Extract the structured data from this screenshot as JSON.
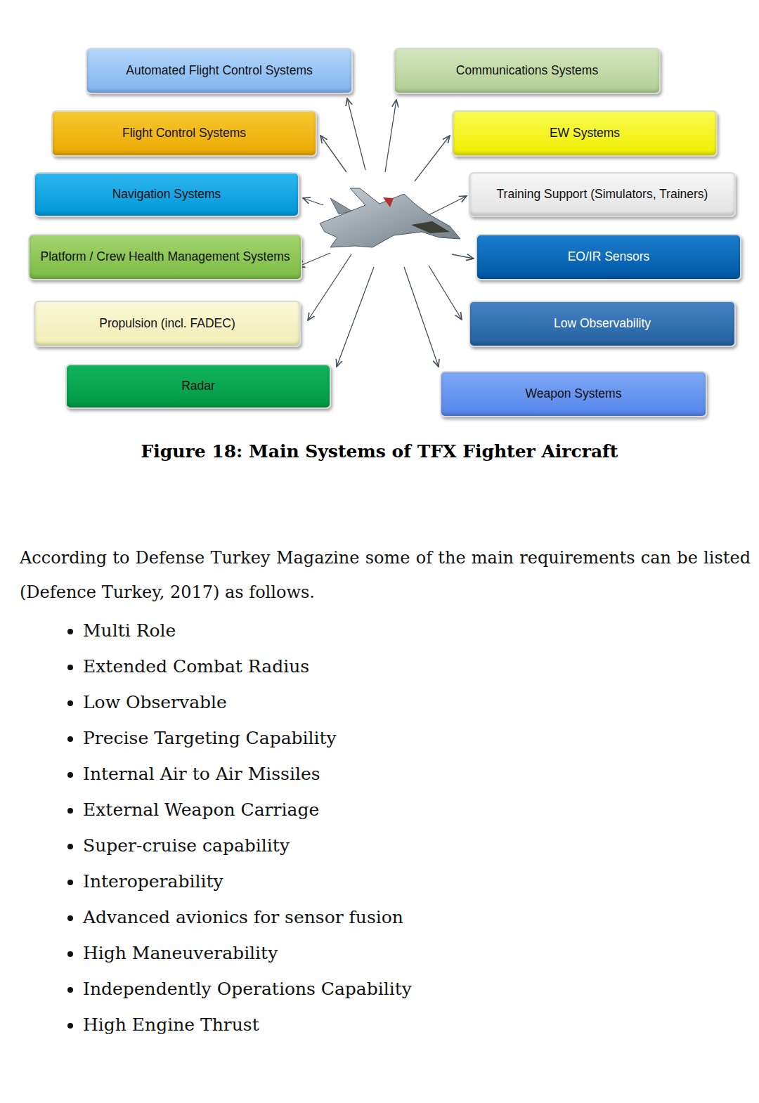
{
  "diagram": {
    "caption": "Figure 18: Main Systems of TFX Fighter Aircraft",
    "nodes": [
      {
        "text": [
          "Automated Flight Control Systems"
        ]
      },
      {
        "text": [
          "Communications Systems"
        ]
      },
      {
        "text": [
          "Flight Control Systems"
        ]
      },
      {
        "text": [
          "EW Systems"
        ]
      },
      {
        "text": [
          "Navigation Systems"
        ]
      },
      {
        "text": [
          "Training Support (Simulators, Trainers)"
        ]
      },
      {
        "text": [
          "Platform / Crew Health Management Systems"
        ]
      },
      {
        "text": [
          "EO/IR Sensors"
        ]
      },
      {
        "text": [
          "Propulsion (incl. FADEC)"
        ]
      },
      {
        "text": [
          "Low Observability"
        ]
      },
      {
        "text": [
          "Radar"
        ]
      },
      {
        "text": [
          "Weapon Systems"
        ]
      }
    ],
    "labels": [
      "According to Defense Turkey Magazine some of the main requirements can be listed (Defence Turkey, 2017) as follows.",
      "Multi Role",
      "Extended Combat Radius",
      "Low Observable",
      "Precise Targeting Capability",
      "Internal Air to Air Missiles",
      "External Weapon Carriage",
      "Super-cruise capability",
      "Interoperability",
      "Advanced avionics for sensor fusion",
      "High Maneuverability",
      "Independently Operations Capability",
      "High Engine Thrust"
    ]
  }
}
